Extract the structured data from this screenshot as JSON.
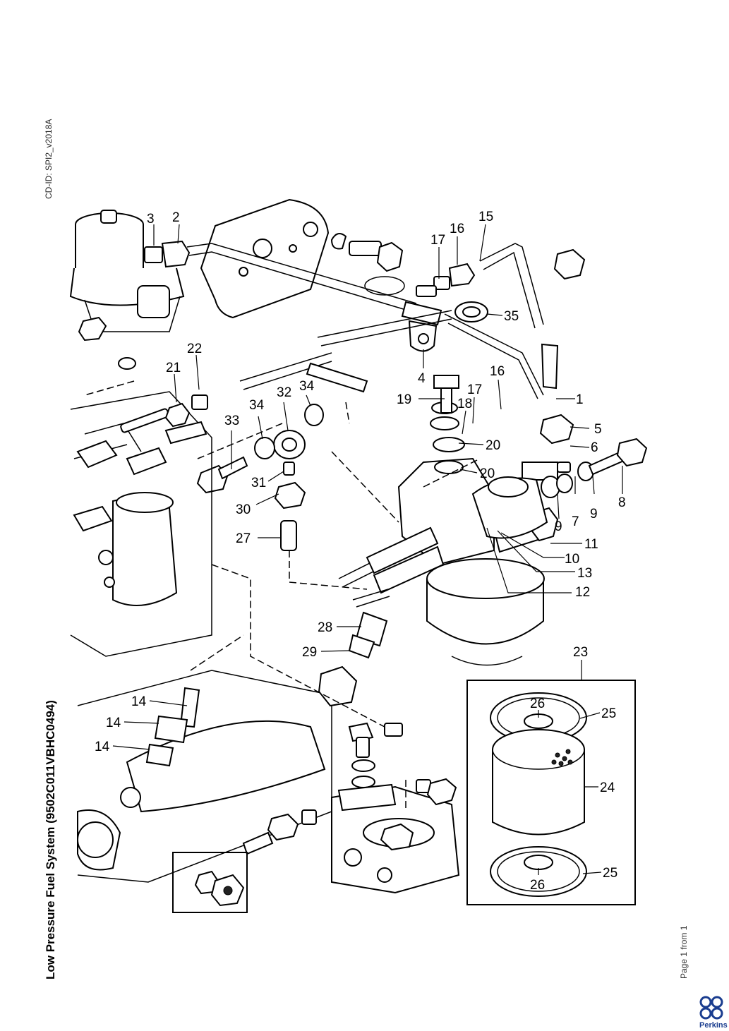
{
  "header": {
    "cd_id": "CD-ID: SPI2_v2018A",
    "title": "Low Pressure Fuel System (9502C011VBHC0494)",
    "page_info": "Page 1 from 1"
  },
  "brand": {
    "name": "Perkins",
    "color": "#1a3d8f",
    "icon": "perkins-logo-icon"
  },
  "callouts": [
    "1",
    "2",
    "3",
    "4",
    "5",
    "6",
    "7",
    "8",
    "9",
    "9",
    "10",
    "11",
    "12",
    "13",
    "14",
    "14",
    "14",
    "15",
    "16",
    "16",
    "17",
    "17",
    "18",
    "19",
    "20",
    "20",
    "21",
    "22",
    "23",
    "24",
    "25",
    "25",
    "26",
    "26",
    "27",
    "28",
    "29",
    "30",
    "31",
    "32",
    "33",
    "34",
    "34",
    "35"
  ]
}
